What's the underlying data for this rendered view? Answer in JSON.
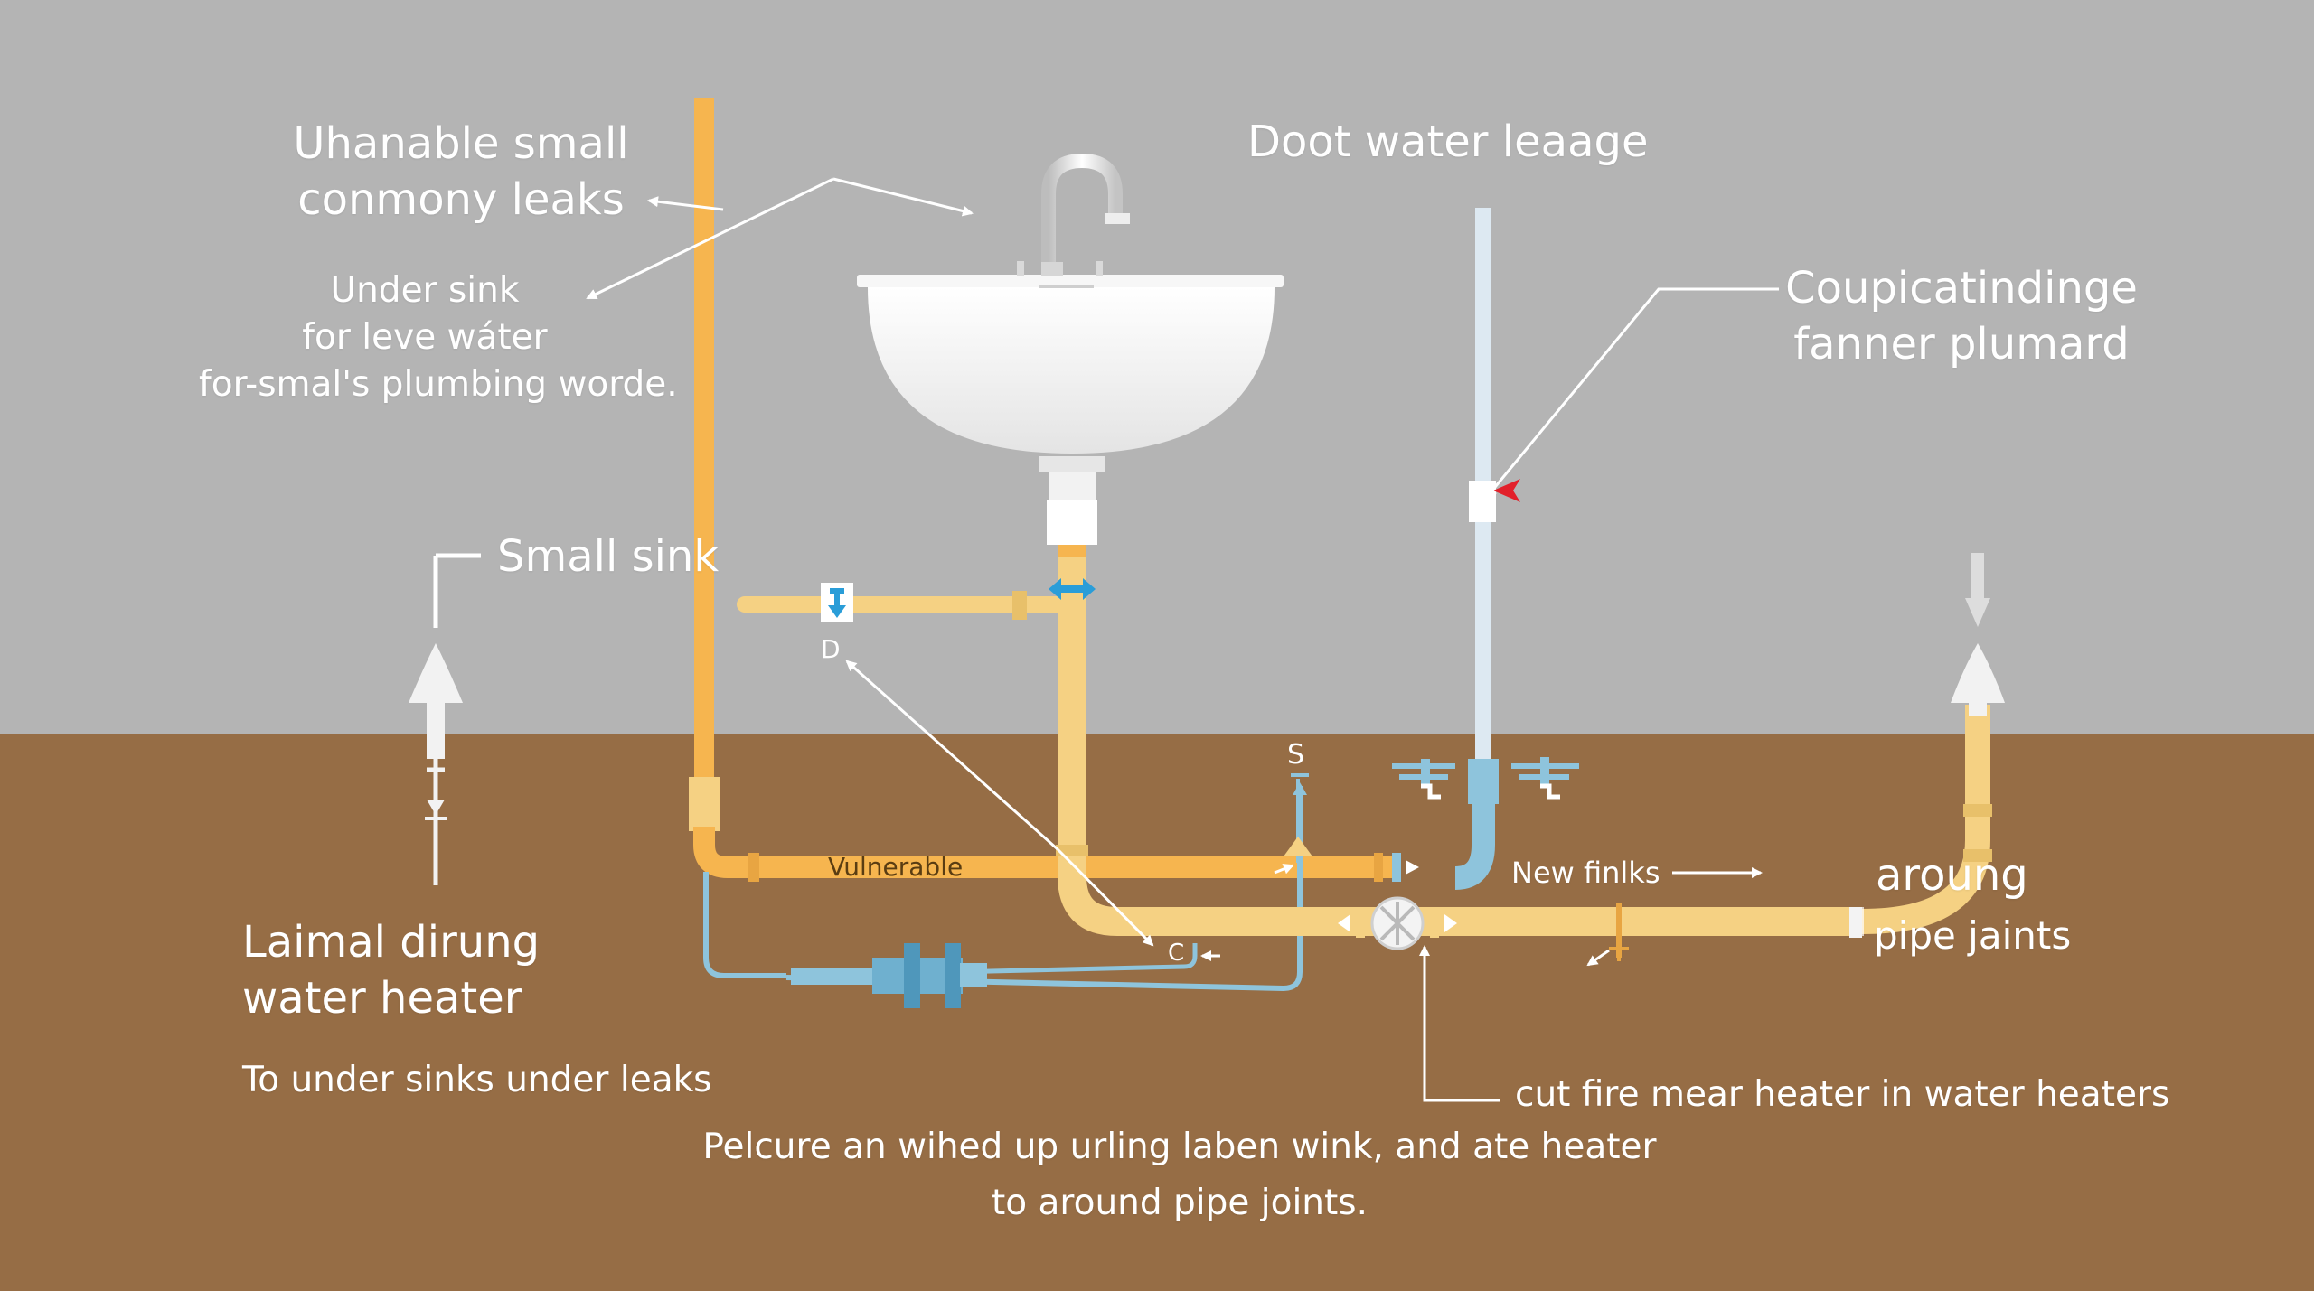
{
  "colors": {
    "wall": "#b4b4b4",
    "floor": "#966d45",
    "hot_pipe": "#f6b54f",
    "warm_pipe": "#f5d183",
    "cold_pipe": "#8ec4dc",
    "vent_pipe": "#dde9f2",
    "accent_blue": "#2a9dd8",
    "accent_red": "#e2202a",
    "label_white": "#ffffff",
    "label_dark": "#5a3d12"
  },
  "labels": {
    "top_left": {
      "line1": "Uhanable small",
      "line2": "conmony leaks"
    },
    "under_sink": {
      "line1": "Under sink",
      "line2": "for leve wáter",
      "line3": "for-smal's plumbing worde."
    },
    "top_center": "Doot water leaage",
    "top_right": {
      "line1": "Coupicatindinge",
      "line2": "fanner plumard"
    },
    "small_sink": "Small sink",
    "water_heater": {
      "line1": "Laimal dirung",
      "line2": "water heater"
    },
    "to_under_sinks": "To under sinks under leaks",
    "bottom_center": {
      "line1": "Pelcure an wihed up urling laben wink, and ate heater",
      "line2": "to around pipe joints."
    },
    "aroung": {
      "line1": "aroung",
      "line2": "pipe jaints"
    },
    "cut_fire": "cut fire mear heater in water heaters",
    "new_finks": "New finlks",
    "vulnerable": "Vulnerable",
    "marker_d": "D",
    "marker_s": "S",
    "marker_c": "C"
  },
  "icons": [
    "faucet-icon",
    "sink-basin-icon",
    "valve-wheel-icon",
    "down-arrow-icon",
    "up-arrow-icon",
    "red-arrow-icon",
    "blue-double-arrow-icon"
  ]
}
